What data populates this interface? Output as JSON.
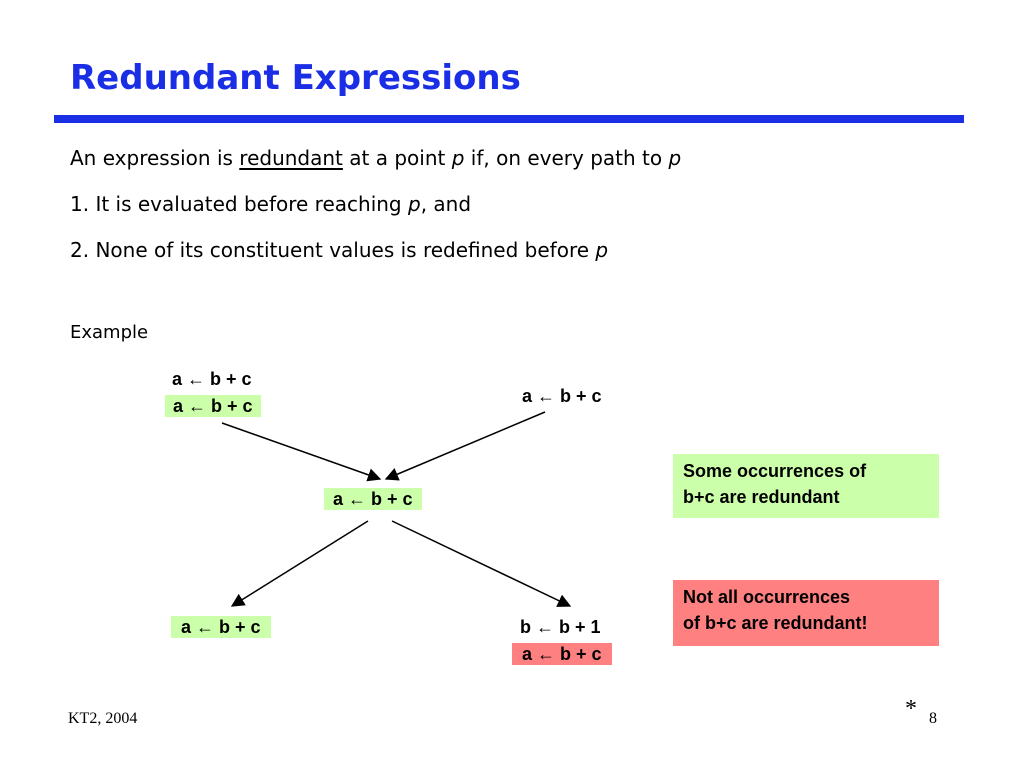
{
  "slide": {
    "title": "Redundant Expressions",
    "definition": {
      "pre": "An expression is ",
      "term": "redundant",
      "mid": " at a point ",
      "p1": "p",
      "post": " if, on every path to ",
      "p2": "p"
    },
    "condition1": {
      "pre": "1.  It is evaluated before reaching ",
      "p": "p",
      "post": ", and"
    },
    "condition2": {
      "pre": "2.  None of its constituent values is redefined before ",
      "p": "p"
    },
    "example_label": "Example"
  },
  "flow": {
    "top_left_line1": "a ← b + c",
    "top_left_line2": "a ← b + c",
    "top_right": "a ← b + c",
    "middle": "a ← b + c",
    "bottom_left": "a ← b + c",
    "bottom_right_line1": "b ← b + 1",
    "bottom_right_line2": "a ← b + c"
  },
  "notes": {
    "green": {
      "line1": "Some occurrences of",
      "line2": "b+c are redundant"
    },
    "red": {
      "line1": "Not all occurrences",
      "line2": "of b+c are redundant!"
    }
  },
  "footer": {
    "left": "KT2, 2004",
    "star": "*",
    "page": "8"
  },
  "colors": {
    "title": "#1a2ee6",
    "green_highlight": "#ccffaa",
    "red_highlight": "#ff8080"
  }
}
